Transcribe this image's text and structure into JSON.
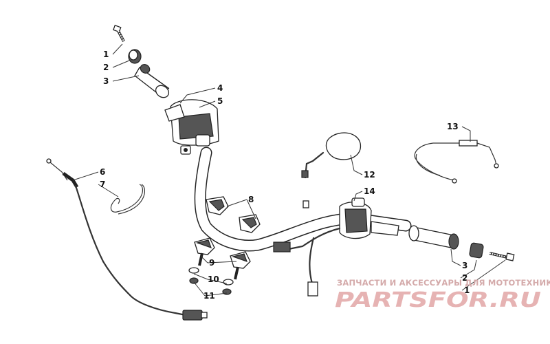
{
  "callouts": [
    {
      "id": "c1a",
      "label": "1"
    },
    {
      "id": "c2a",
      "label": "2"
    },
    {
      "id": "c3a",
      "label": "3"
    },
    {
      "id": "c4",
      "label": "4"
    },
    {
      "id": "c5",
      "label": "5"
    },
    {
      "id": "c6",
      "label": "6"
    },
    {
      "id": "c7",
      "label": "7"
    },
    {
      "id": "c8",
      "label": "8"
    },
    {
      "id": "c9",
      "label": "9"
    },
    {
      "id": "c10",
      "label": "10"
    },
    {
      "id": "c11",
      "label": "11"
    },
    {
      "id": "c12",
      "label": "12"
    },
    {
      "id": "c13",
      "label": "13"
    },
    {
      "id": "c14",
      "label": "14"
    },
    {
      "id": "c3b",
      "label": "3"
    },
    {
      "id": "c2b",
      "label": "2"
    },
    {
      "id": "c1b",
      "label": "1"
    }
  ],
  "watermark": {
    "subtitle": "ЗАПЧАСТИ И АКСЕССУАРЫ ДЛЯ МОТОТЕХНИКИ",
    "logo_text": "PARTSFOR.RU",
    "color": "#e6b3b3"
  }
}
